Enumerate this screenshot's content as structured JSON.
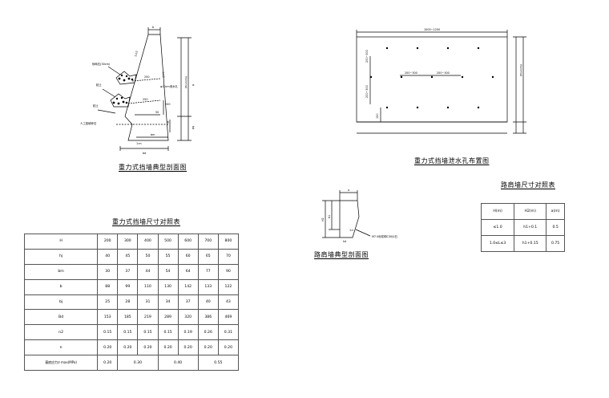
{
  "captions": {
    "gravity_section": "重力式挡墙典型剖面图",
    "drain_layout": "重力式挡墙泄水孔布置图",
    "gravity_table_title": "重力式挡墙尺寸对照表",
    "road_wall_section": "路肩墙典型剖面图",
    "road_table_title": "路肩墙尺寸对照表"
  },
  "labels": {
    "b": "b",
    "gravel_fill": "砂砾石(30cm)",
    "geotextile": "粘土",
    "geotextile2": "粘土",
    "clay_layer": "人工回填碎石",
    "slope1": "1:n2",
    "slope2": "1:n3",
    "slope3": "1:m",
    "H_label": "H=h+hd",
    "h_label": "h",
    "hd_label": "hd",
    "bd_label": "bd",
    "bm_label": "bm",
    "bj_label": "bj",
    "drain_pipe": "φ10cm泄水孔",
    "dim_250a": "250",
    "dim_250b": "250",
    "dim_200": "200",
    "dim_50": "50",
    "drain_width": "1000~1200",
    "drain_h1": "200~300",
    "drain_h2": "200~300",
    "drain_w1": "200~300",
    "drain_w2": "200~300",
    "drain_150": "150",
    "drain_H": "H=h+hd",
    "road_a": "a",
    "road_h1": "h1",
    "road_H": "H2",
    "road_slope": "1:n",
    "road_note": "M7.5砂浆砌C30片石",
    "road_bottom": "hd"
  },
  "gravity_table": {
    "rows": [
      [
        "H",
        "200",
        "300",
        "400",
        "500",
        "600",
        "700",
        "800"
      ],
      [
        "hj",
        "40",
        "45",
        "50",
        "55",
        "60",
        "65",
        "70"
      ],
      [
        "bm",
        "30",
        "37",
        "44",
        "54",
        "64",
        "77",
        "90"
      ],
      [
        "b",
        "88",
        "99",
        "110",
        "130",
        "142",
        "133",
        "122"
      ],
      [
        "bj",
        "25",
        "28",
        "31",
        "34",
        "37",
        "40",
        "43"
      ],
      [
        "Bd",
        "153",
        "185",
        "219",
        "289",
        "320",
        "386",
        "469"
      ],
      [
        "n2",
        "0.15",
        "0.15",
        "0.15",
        "0.15",
        "0.19",
        "0.26",
        "0.31"
      ],
      [
        "n",
        "0.20",
        "0.20",
        "0.20",
        "0.20",
        "0.20",
        "0.20",
        "0.20"
      ]
    ],
    "last_row": [
      "基底应力σ max(MPa)",
      "0.20",
      "0.30",
      "0.40",
      "0.55"
    ]
  },
  "road_table": {
    "rows": [
      [
        "H(m)",
        "H2(m)",
        "a(m)"
      ],
      [
        "≤1.0",
        "h1+0.1",
        "0.5"
      ],
      [
        "1.0≤L≤3",
        "h1+0.15",
        "0.75"
      ]
    ]
  }
}
